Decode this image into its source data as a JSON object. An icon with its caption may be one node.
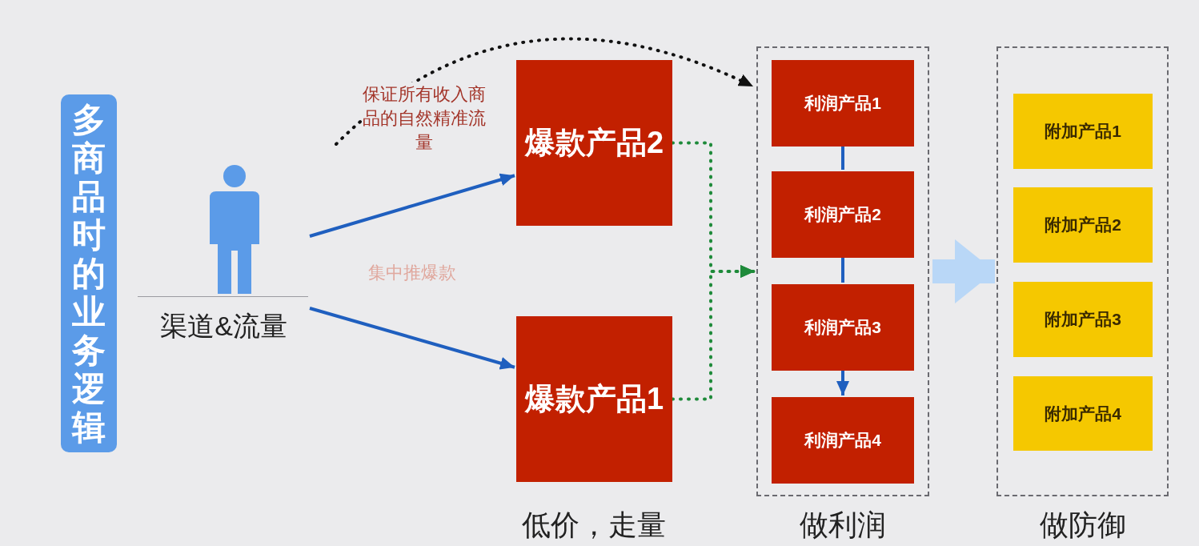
{
  "diagram": {
    "nodes": [
      {
        "text": [
          "多商品时的业务逻辑"
        ]
      },
      {
        "text": [],
        "shape": "person",
        "beside": [
          "渠道&流量"
        ]
      },
      {
        "text": [
          "爆款产品2"
        ]
      },
      {
        "text": [
          "爆款产品1"
        ]
      },
      {
        "text": [
          "做利润"
        ]
      },
      {
        "text": [
          "利润产品1"
        ],
        "in": 4
      },
      {
        "text": [
          "利润产品2"
        ],
        "in": 4
      },
      {
        "text": [
          "利润产品3"
        ],
        "in": 4
      },
      {
        "text": [
          "利润产品4"
        ],
        "in": 4
      },
      {
        "text": [
          "做防御"
        ]
      },
      {
        "text": [
          "附加产品1"
        ],
        "in": 9
      },
      {
        "text": [
          "附加产品2"
        ],
        "in": 9
      },
      {
        "text": [
          "附加产品3"
        ],
        "in": 9
      },
      {
        "text": [
          "附加产品4"
        ],
        "in": 9
      }
    ],
    "edges": [
      {
        "from": 1,
        "to": 2,
        "arrow": "to"
      },
      {
        "from": 1,
        "to": 3,
        "arrow": "to"
      },
      {
        "from": null,
        "to": 4,
        "arrow": "to",
        "style": "dashed",
        "color": "#111111",
        "label": "保证所有收入商品的自然精准流量"
      },
      {
        "from": 2,
        "to": 4,
        "arrow": "to",
        "style": "dashed",
        "color": "#1e8a3a"
      },
      {
        "from": 3,
        "to": 4,
        "arrow": "to",
        "style": "dashed",
        "color": "#1e8a3a"
      },
      {
        "from": 5,
        "to": 6,
        "arrow": "none"
      },
      {
        "from": 6,
        "to": 7,
        "arrow": "none"
      },
      {
        "from": 7,
        "to": 8,
        "arrow": "to"
      },
      {
        "from": 4,
        "to": 9,
        "arrow": "to",
        "style": "thick",
        "color": "#b9d7f7"
      }
    ],
    "labels": [
      "集中推爆款",
      "低价，走量"
    ]
  }
}
